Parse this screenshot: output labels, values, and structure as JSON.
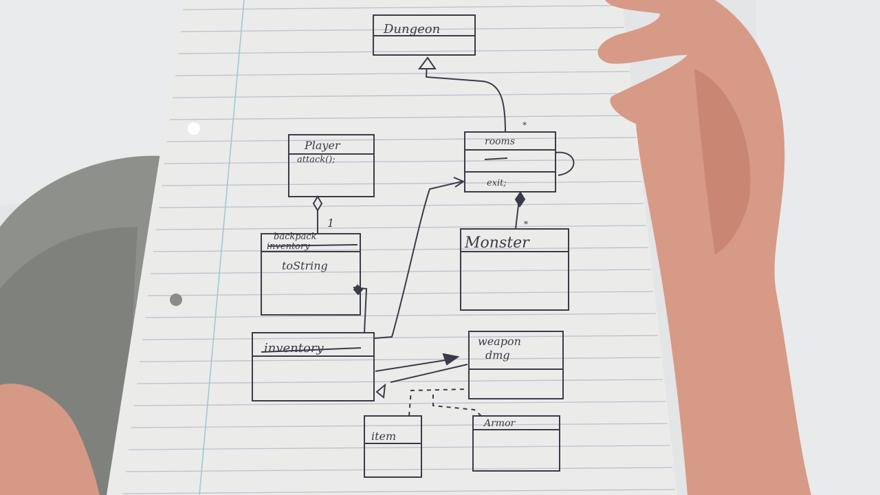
{
  "photo": {
    "colors": {
      "wall": "#e4e6e7",
      "paper": "#ebebea",
      "paper_line": "#b9c2cc",
      "margin_line": "#9fc7d6",
      "ink": "#3a3a48",
      "skin": "#d99a86",
      "shirt": "#8f918c"
    }
  },
  "diagram": {
    "classes": {
      "dungeon": {
        "name": "Dungeon",
        "members": []
      },
      "rooms": {
        "name": "rooms",
        "members": [
          "exit;"
        ]
      },
      "player": {
        "name": "Player",
        "members": [
          "attack();"
        ]
      },
      "backpack": {
        "name": "backpack",
        "struck_name": "inventory",
        "members": [
          "toString"
        ]
      },
      "monster": {
        "name": "Monster",
        "members": []
      },
      "inventory": {
        "name": "inventory",
        "members": []
      },
      "weapon": {
        "name": "weapon",
        "members": [
          "dmg"
        ]
      },
      "item": {
        "name": "item",
        "members": []
      },
      "armor": {
        "name": "Armor",
        "members": []
      }
    },
    "multiplicities": {
      "player_backpack": "1",
      "rooms_top": "*",
      "monster_top": "*"
    }
  }
}
